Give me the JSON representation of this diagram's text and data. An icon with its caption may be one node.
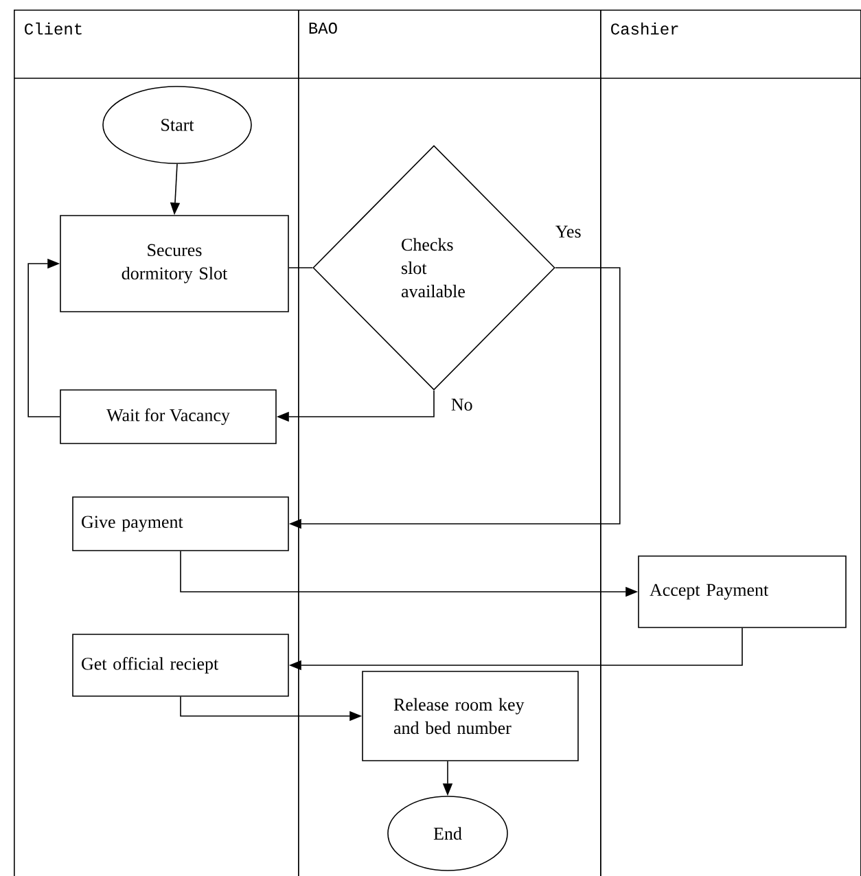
{
  "diagram": {
    "nodes": [
      {
        "text": [
          "Client"
        ]
      },
      {
        "text": [
          "BAO"
        ]
      },
      {
        "text": [
          "Cashier"
        ]
      },
      {
        "text": [
          "Start"
        ],
        "in": 0
      },
      {
        "text": [
          "Secures dormitory Slot"
        ],
        "in": 0
      },
      {
        "text": [
          "Checks slot available"
        ],
        "in": 1
      },
      {
        "text": [
          "Wait for Vacancy"
        ],
        "in": 0
      },
      {
        "text": [
          "Give payment"
        ],
        "in": 0
      },
      {
        "text": [
          "Accept Payment"
        ],
        "in": 2
      },
      {
        "text": [
          "Get official reciept"
        ],
        "in": 0
      },
      {
        "text": [
          "Release room key and bed number"
        ],
        "in": 1
      },
      {
        "text": [
          "End"
        ],
        "in": 1
      }
    ],
    "edges": [
      {
        "from": 3,
        "to": 4,
        "arrow": "to"
      },
      {
        "from": 4,
        "to": 5,
        "arrow": "none"
      },
      {
        "from": 5,
        "to": 6,
        "arrow": "to",
        "label": "No"
      },
      {
        "from": 6,
        "to": 4,
        "arrow": "to"
      },
      {
        "from": 5,
        "to": 7,
        "arrow": "to",
        "label": "Yes"
      },
      {
        "from": 7,
        "to": 8,
        "arrow": "to"
      },
      {
        "from": 8,
        "to": 9,
        "arrow": "to"
      },
      {
        "from": 9,
        "to": 10,
        "arrow": "to"
      },
      {
        "from": 10,
        "to": 11,
        "arrow": "to"
      }
    ]
  }
}
